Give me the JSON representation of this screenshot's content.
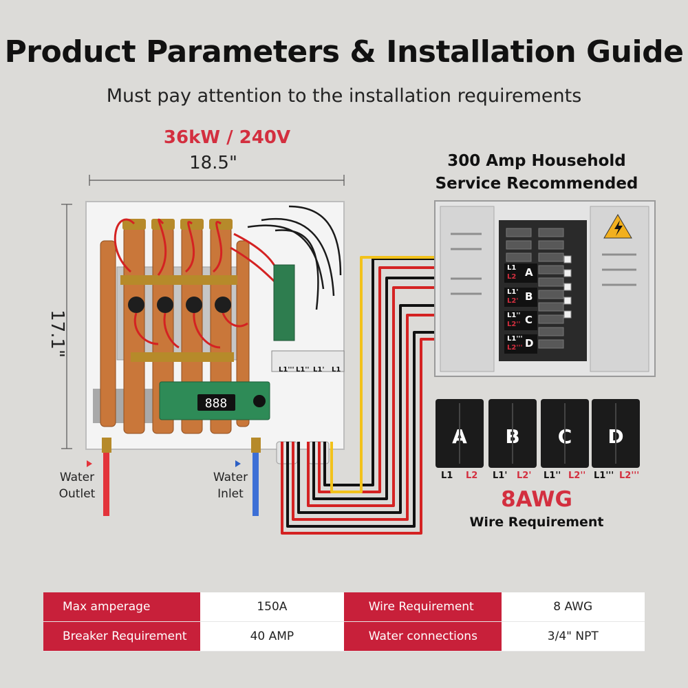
{
  "header": {
    "title": "Product Parameters & Installation Guide",
    "subtitle": "Must pay attention to the installation requirements"
  },
  "heater": {
    "spec": "36kW / 240V",
    "width": "18.5\"",
    "height": "17.1\"",
    "display": "888",
    "outlet_label": "Water Outlet",
    "inlet_label": "Water Inlet",
    "terminal_labels": [
      "L1'''",
      "L1''",
      "L1'",
      "L1"
    ]
  },
  "panel": {
    "title_line1": "300 Amp Household",
    "title_line2": "Service Recommended",
    "slots": [
      {
        "letter": "A",
        "l1": "L1",
        "l2": "L2"
      },
      {
        "letter": "B",
        "l1": "L1'",
        "l2": "L2'"
      },
      {
        "letter": "C",
        "l1": "L1''",
        "l2": "L2''"
      },
      {
        "letter": "D",
        "l1": "L1'''",
        "l2": "L2'''"
      }
    ]
  },
  "breakers": [
    {
      "letter": "A",
      "l1": "L1",
      "l2": "L2"
    },
    {
      "letter": "B",
      "l1": "L1'",
      "l2": "L2'"
    },
    {
      "letter": "C",
      "l1": "L1''",
      "l2": "L2''"
    },
    {
      "letter": "D",
      "l1": "L1'''",
      "l2": "L2'''"
    }
  ],
  "wire": {
    "gauge": "8AWG",
    "caption": "Wire Requirement"
  },
  "specs_table": {
    "rows": [
      {
        "label1": "Max amperage",
        "value1": "150A",
        "label2": "Wire Requirement",
        "value2": "8 AWG"
      },
      {
        "label1": "Breaker Requirement",
        "value1": "40 AMP",
        "label2": "Water connections",
        "value2": "3/4\" NPT"
      }
    ]
  },
  "colors": {
    "accent_red": "#d32f3f",
    "table_red": "#c8203a",
    "wire_yellow": "#f2c21b",
    "wire_black": "#111111",
    "copper": "#c9773a"
  }
}
